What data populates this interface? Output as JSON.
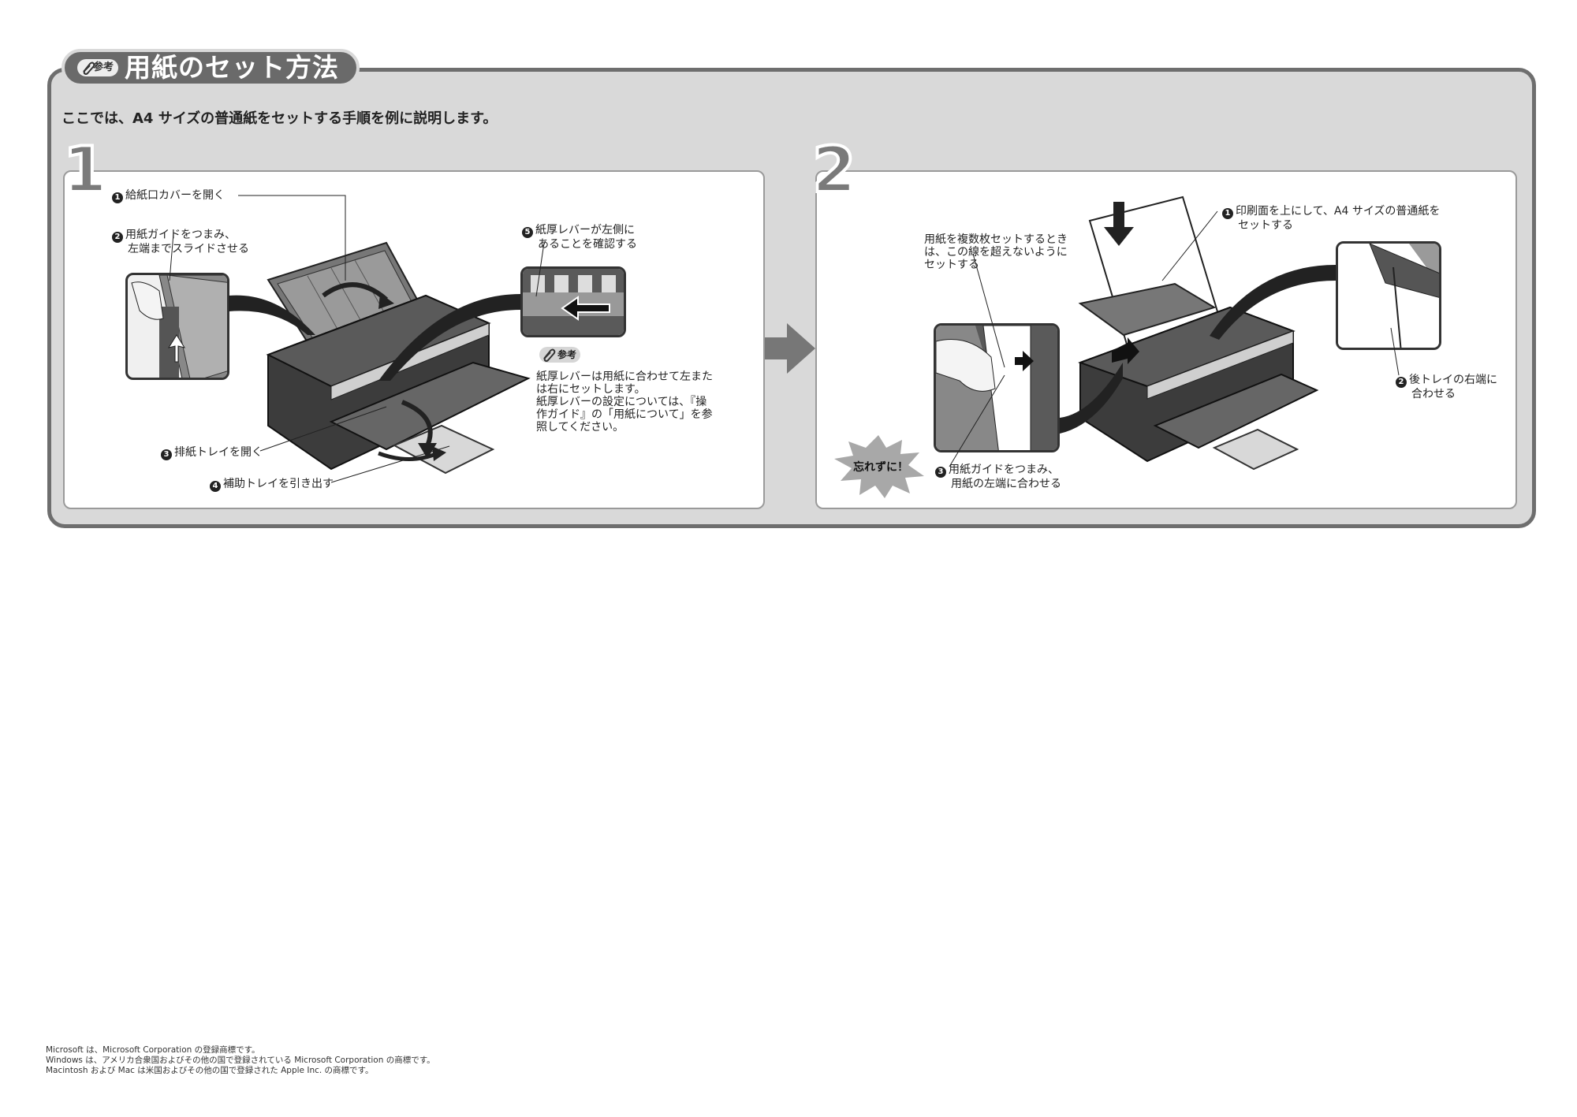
{
  "header": {
    "ref_badge": "参考",
    "title": "用紙のセット方法",
    "intro": "ここでは、A4 サイズの普通紙をセットする手順を例に説明します。"
  },
  "step1": {
    "number": "1",
    "labels": [
      {
        "num": "1",
        "text": "給紙口カバーを開く"
      },
      {
        "num": "2",
        "text": "用紙ガイドをつまみ、",
        "text2": "左端までスライドさせる"
      },
      {
        "num": "3",
        "text": "排紙トレイを開く"
      },
      {
        "num": "4",
        "text": "補助トレイを引き出す"
      },
      {
        "num": "5",
        "text": "紙厚レバーが左側に",
        "text2": "あることを確認する"
      }
    ],
    "ref_badge": "参考",
    "note": [
      "紙厚レバーは用紙に合わせて左また",
      "は右にセットします。",
      "紙厚レバーの設定については、『操",
      "作ガイド』の「用紙について」を参",
      "照してください。"
    ]
  },
  "step2": {
    "number": "2",
    "labels": [
      {
        "num": "1",
        "text": "印刷面を上にして、A4 サイズの普通紙を",
        "text2": "セットする"
      },
      {
        "num": "2",
        "text": "後トレイの右端に",
        "text2": "合わせる"
      },
      {
        "num": "3",
        "text": "用紙ガイドをつまみ、",
        "text2": "用紙の左端に合わせる"
      }
    ],
    "multi_note": [
      "用紙を複数枚セットするとき",
      "は、この線を超えないように",
      "セットする"
    ],
    "reminder": "忘れずに！"
  },
  "footer": [
    "Microsoft は、Microsoft Corporation の登録商標です。",
    "Windows は、アメリカ合衆国およびその他の国で登録されている Microsoft Corporation の商標です。",
    "Macintosh および Mac は米国およびその他の国で登録された Apple Inc. の商標です。"
  ],
  "colors": {
    "frame": "#d9d9d9",
    "frame_border": "#6e6e6e",
    "title_tab": "#6a6a6a"
  }
}
